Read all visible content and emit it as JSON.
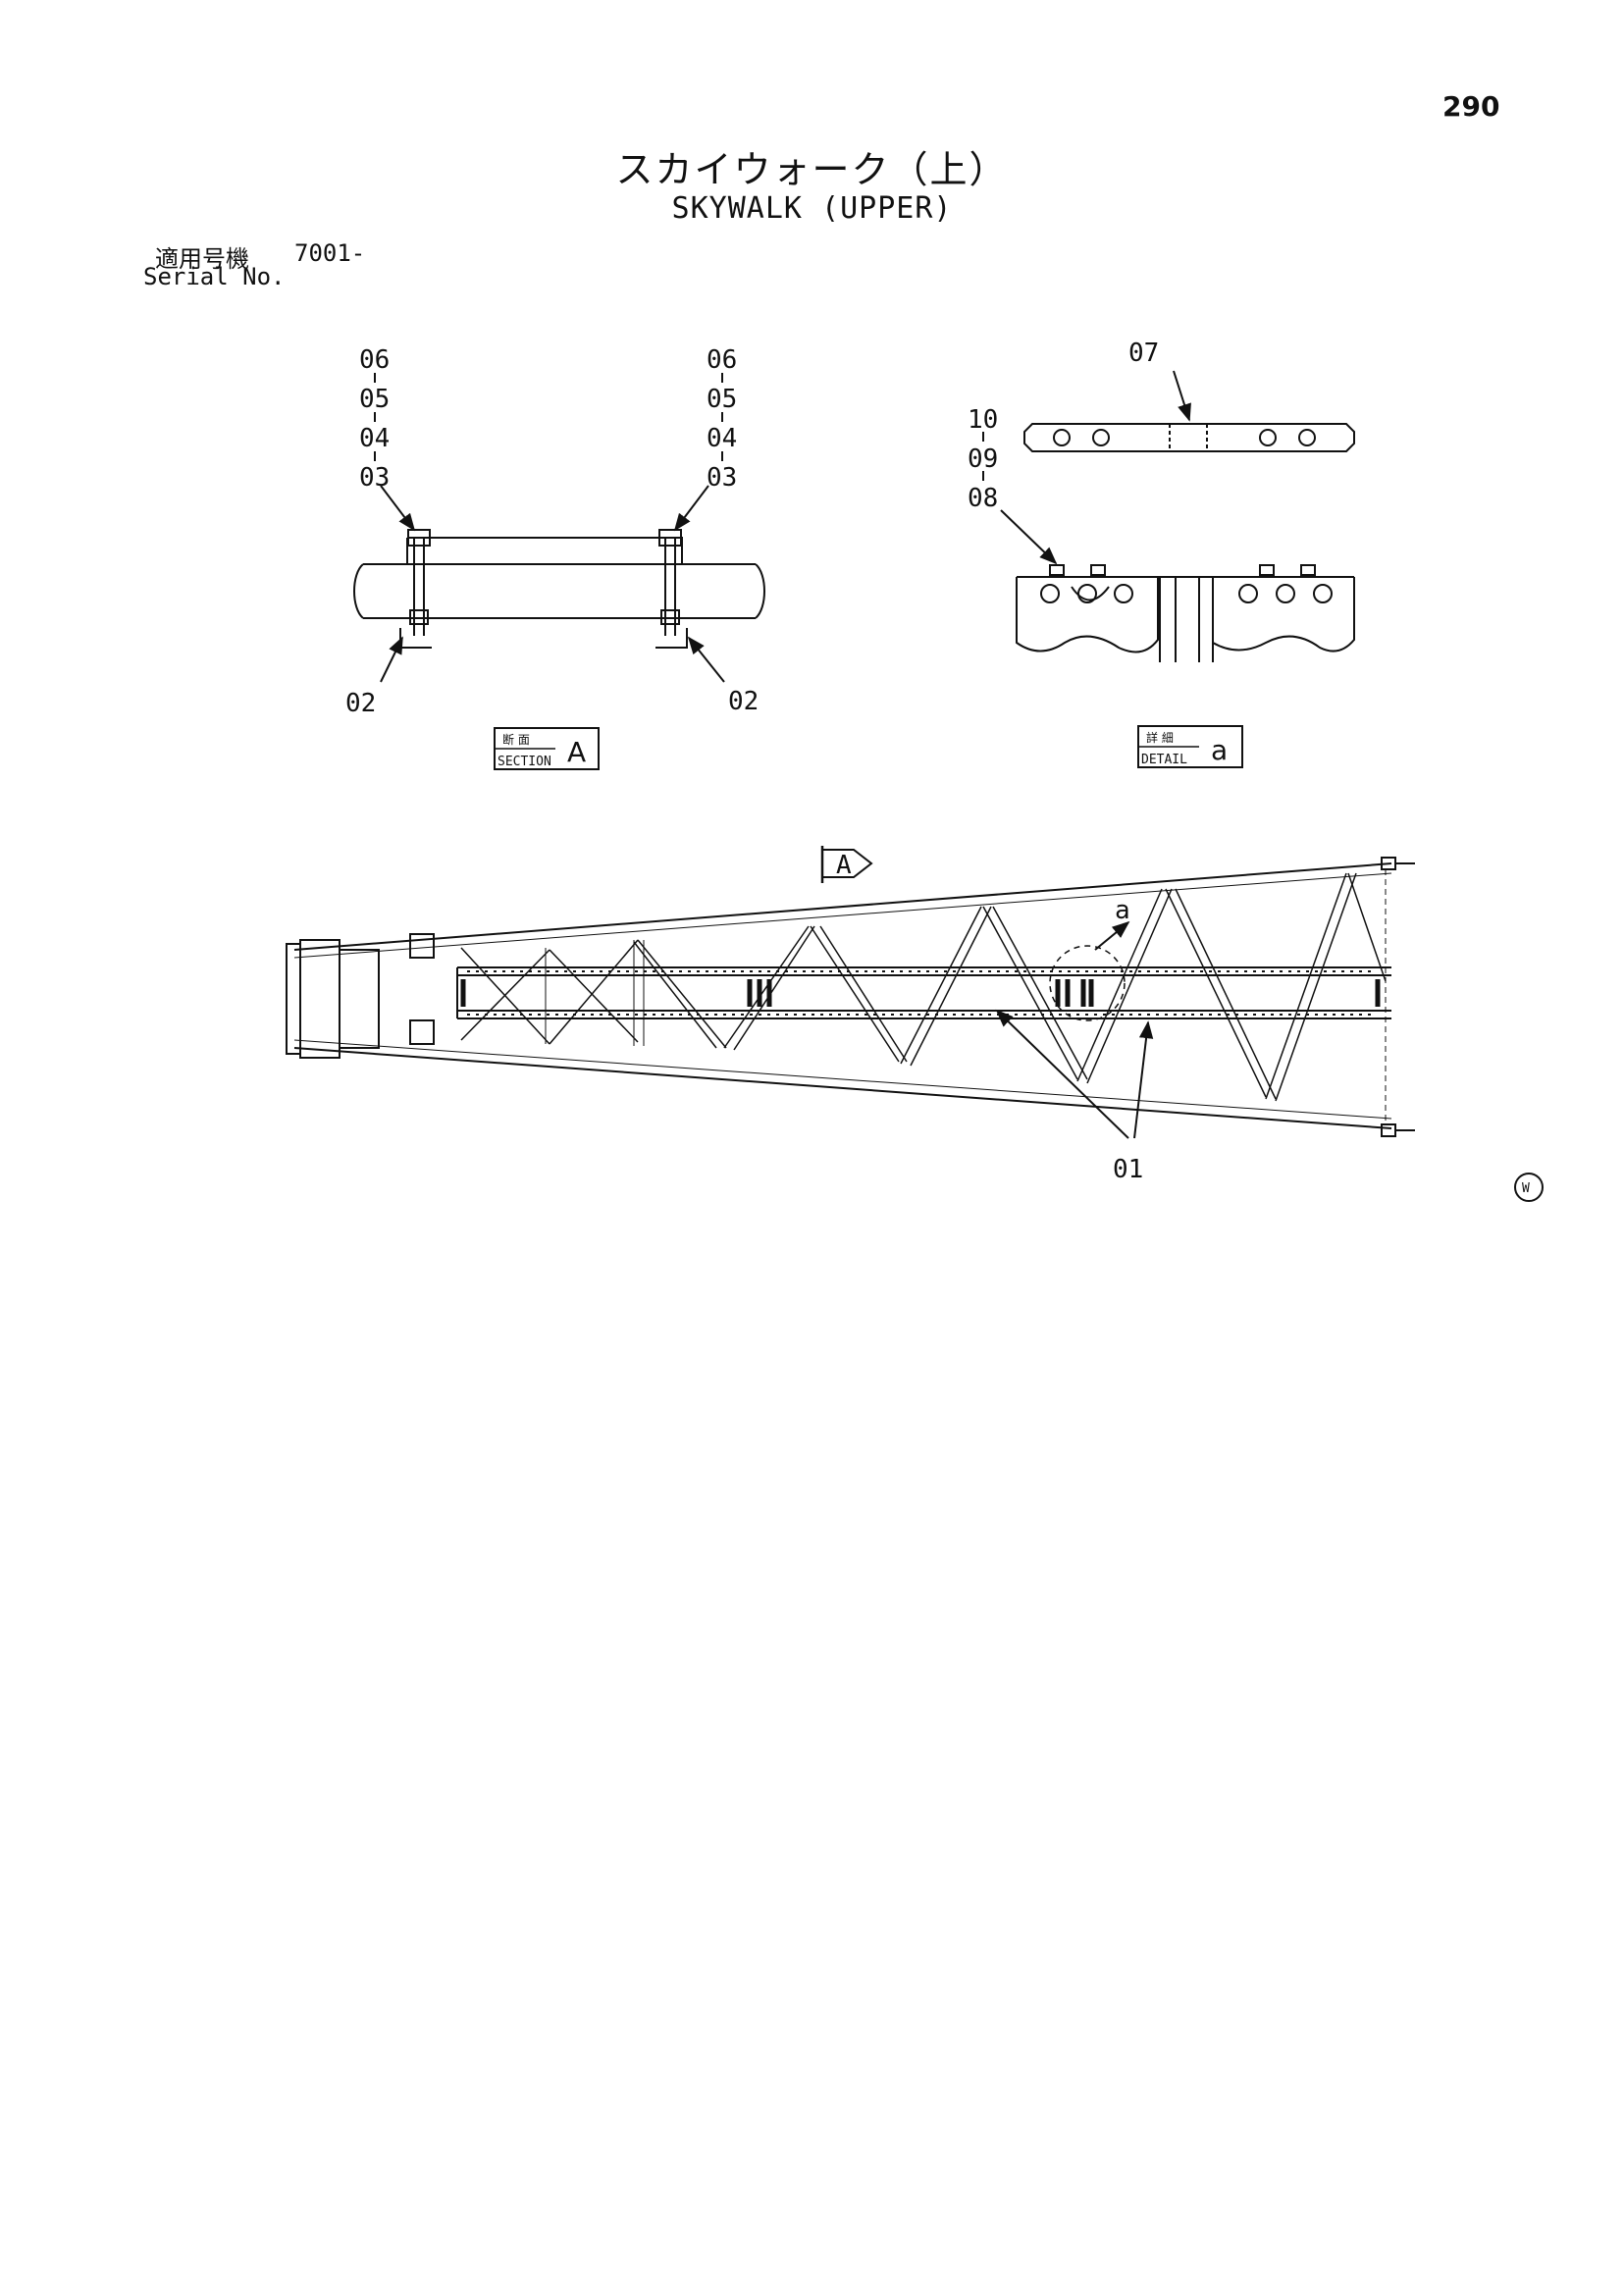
{
  "header": {
    "page_number": "290",
    "title_jp": "スカイウォーク（上）",
    "title_en": "SKYWALK (UPPER)"
  },
  "serial": {
    "label_jp": "適用号機",
    "label_en": "Serial No.",
    "value": "7001-"
  },
  "section_view": {
    "left_stack": [
      "06",
      "05",
      "04",
      "03"
    ],
    "right_stack": [
      "06",
      "05",
      "04",
      "03"
    ],
    "bottom_left": "02",
    "bottom_right": "02",
    "box_jp": "断 面",
    "box_en": "SECTION",
    "box_letter": "A"
  },
  "detail_view": {
    "top_label": "07",
    "left_stack": [
      "10",
      "09",
      "08"
    ],
    "box_jp": "詳 細",
    "box_en": "DETAIL",
    "box_letter": "a"
  },
  "main_view": {
    "view_marker": "A",
    "detail_marker": "a",
    "part_label": "01"
  },
  "corner_mark": "W"
}
